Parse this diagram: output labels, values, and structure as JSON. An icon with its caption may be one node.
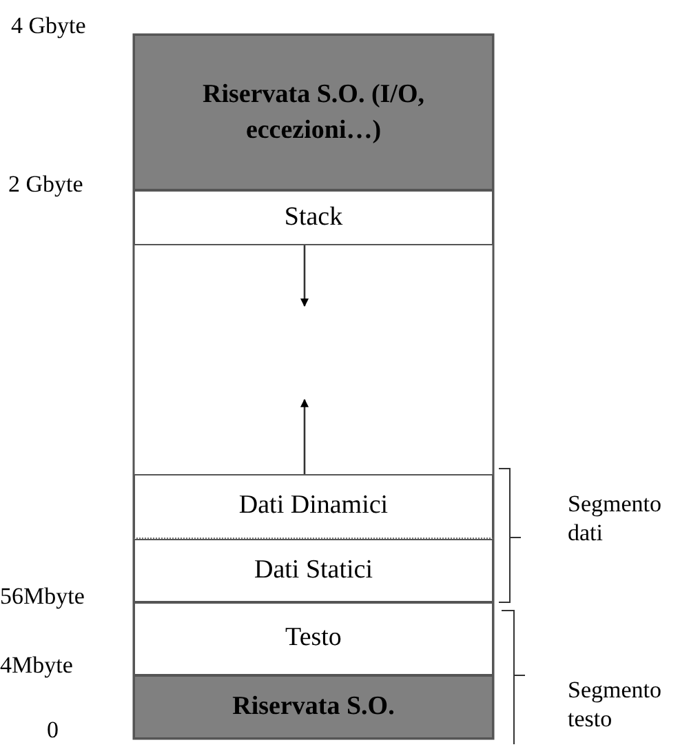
{
  "diagram": {
    "nodes": [
      {
        "text": [
          "Riservata S.O. (I/O, eccezioni…)"
        ]
      },
      {
        "text": [
          "Stack"
        ]
      },
      {
        "text": [
          "Dati Dinamici"
        ]
      },
      {
        "text": [
          "Dati Statici"
        ]
      },
      {
        "text": [
          "Testo"
        ]
      },
      {
        "text": [
          "Riservata S.O."
        ]
      }
    ],
    "edges": [
      {
        "from": 1,
        "to": null,
        "arrow": "to"
      },
      {
        "from": 2,
        "to": null,
        "arrow": "to"
      }
    ],
    "labels": [
      "4 Gbyte",
      "2 Gbyte",
      "56Mbyte",
      "4Mbyte",
      "0",
      "Segmento dati",
      "Segmento testo"
    ]
  }
}
